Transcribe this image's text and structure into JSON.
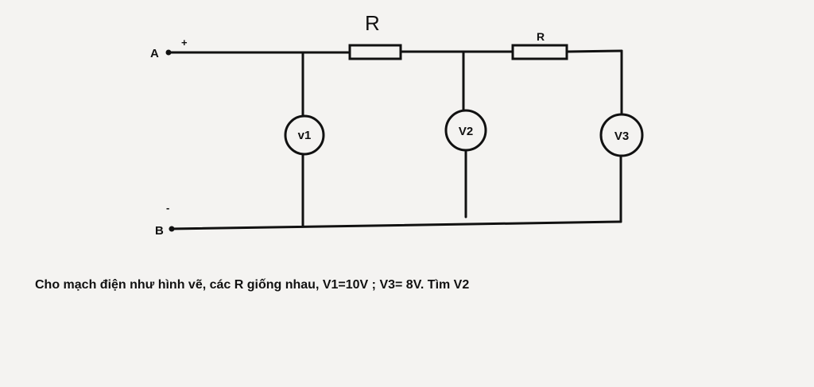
{
  "circuit": {
    "terminal_a_label": "A",
    "terminal_a_sign": "+",
    "terminal_b_label": "B",
    "terminal_b_sign": "-",
    "resistor_1_label": "R",
    "resistor_2_label": "R",
    "voltmeter_1_label": "v1",
    "voltmeter_2_label": "V2",
    "voltmeter_3_label": "V3"
  },
  "question": {
    "text": "Cho mạch điện như hình vẽ, các R giống nhau, V1=10V ; V3= 8V. Tìm V2"
  },
  "colors": {
    "background": "#f4f3f1",
    "ink": "#111111"
  }
}
